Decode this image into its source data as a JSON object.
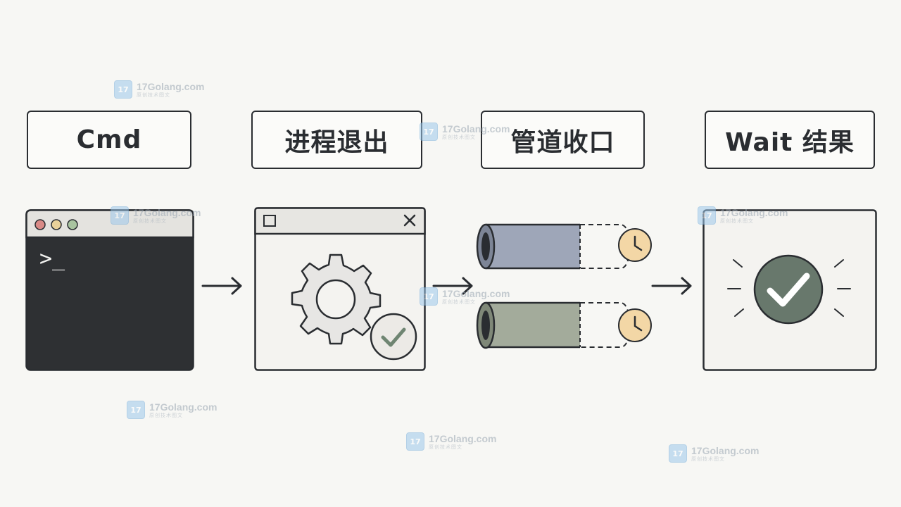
{
  "steps": [
    {
      "label": "Cmd"
    },
    {
      "label": "进程退出"
    },
    {
      "label": "管道收口"
    },
    {
      "label": "Wait 结果"
    }
  ],
  "terminal": {
    "prompt": ">_"
  },
  "watermark": {
    "site": "17Golang.com",
    "tagline": "原创技术图文"
  },
  "colors": {
    "stroke": "#2a2d31",
    "terminal_bg": "#2e3033",
    "pipe_blue": "#9ea6b8",
    "pipe_green": "#a3ab9b",
    "clock": "#f3d7a6",
    "check_badge": "#68786c"
  }
}
